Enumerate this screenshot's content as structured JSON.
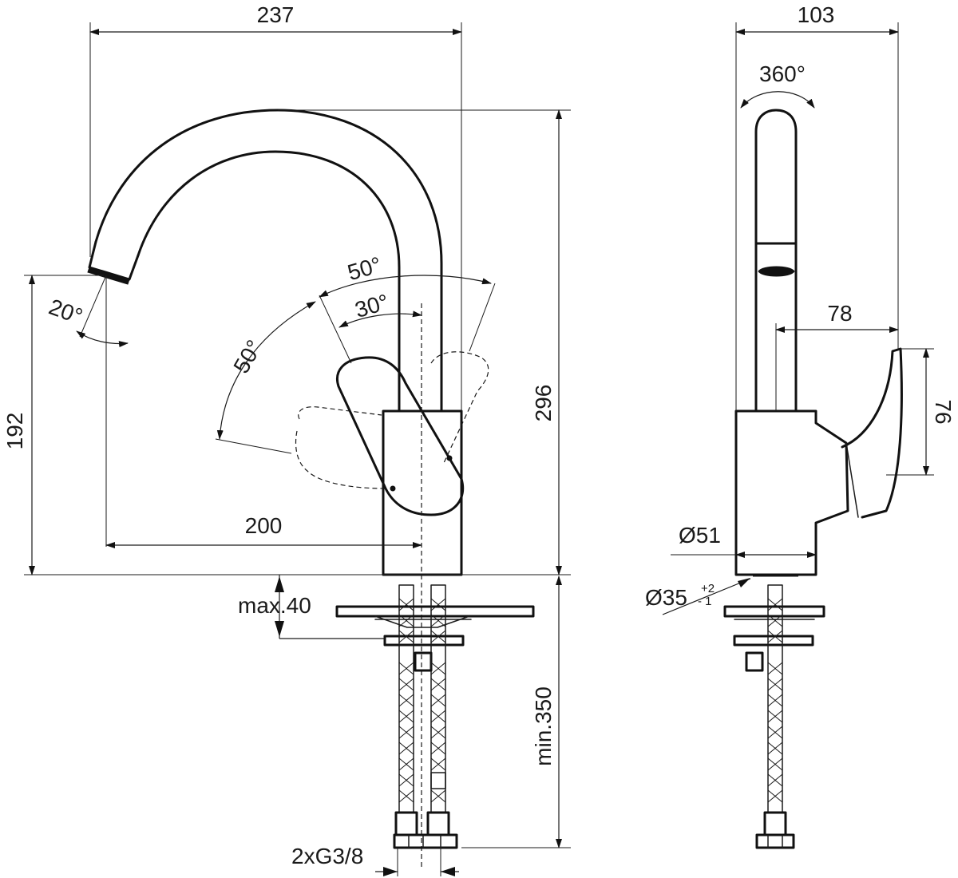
{
  "front_view": {
    "width_top": "237",
    "height_total": "296",
    "height_spout": "192",
    "spout_reach": "200",
    "spout_angle": "20°",
    "lever_angle_outer": "50°",
    "lever_angle_inner": "30°",
    "lever_angle_side": "50°",
    "max_deck": "max.40",
    "hose_length": "min.350",
    "connection": "2xG3/8"
  },
  "side_view": {
    "depth_top": "103",
    "rotation": "360°",
    "handle_reach": "78",
    "handle_height": "76",
    "body_diameter": "Ø51",
    "hole_diameter": "Ø35",
    "tol_plus": "+2",
    "tol_minus": "- 1"
  }
}
